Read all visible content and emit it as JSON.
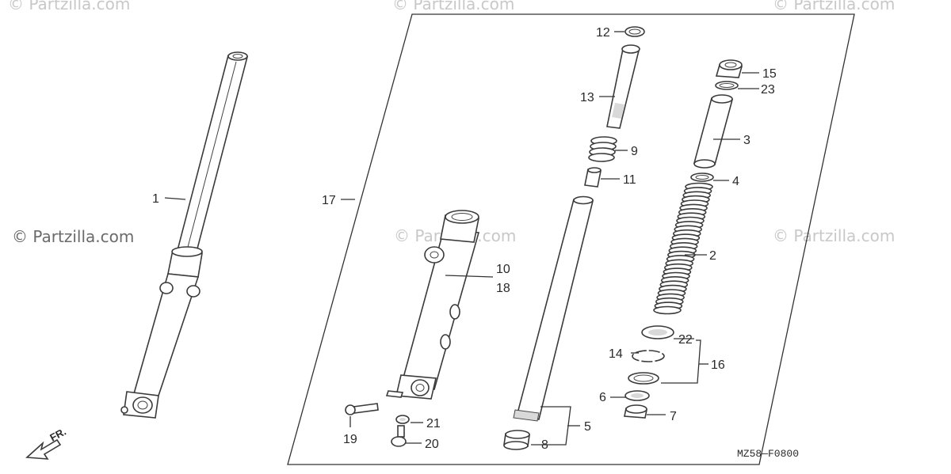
{
  "watermarks": {
    "top_left": "© Partzilla.com",
    "top_center": "© Partzilla.com",
    "top_right": "© Partzilla.com",
    "mid_left": "© Partzilla.com",
    "mid_center": "© Partzilla.com",
    "mid_right": "© Partzilla.com"
  },
  "diagram_code": "MZ58—F0800",
  "direction_label": "FR.",
  "callouts": {
    "p1": "1",
    "p2": "2",
    "p3": "3",
    "p4": "4",
    "p5": "5",
    "p6": "6",
    "p7": "7",
    "p8": "8",
    "p9": "9",
    "p10": "10",
    "p11": "11",
    "p12": "12",
    "p13": "13",
    "p14": "14",
    "p15": "15",
    "p16": "16",
    "p17": "17",
    "p18": "18",
    "p19": "19",
    "p20": "20",
    "p21": "21",
    "p22": "22",
    "p23": "23"
  },
  "colors": {
    "line": "#333333",
    "watermark": "#c8c8c8",
    "background": "#ffffff"
  }
}
